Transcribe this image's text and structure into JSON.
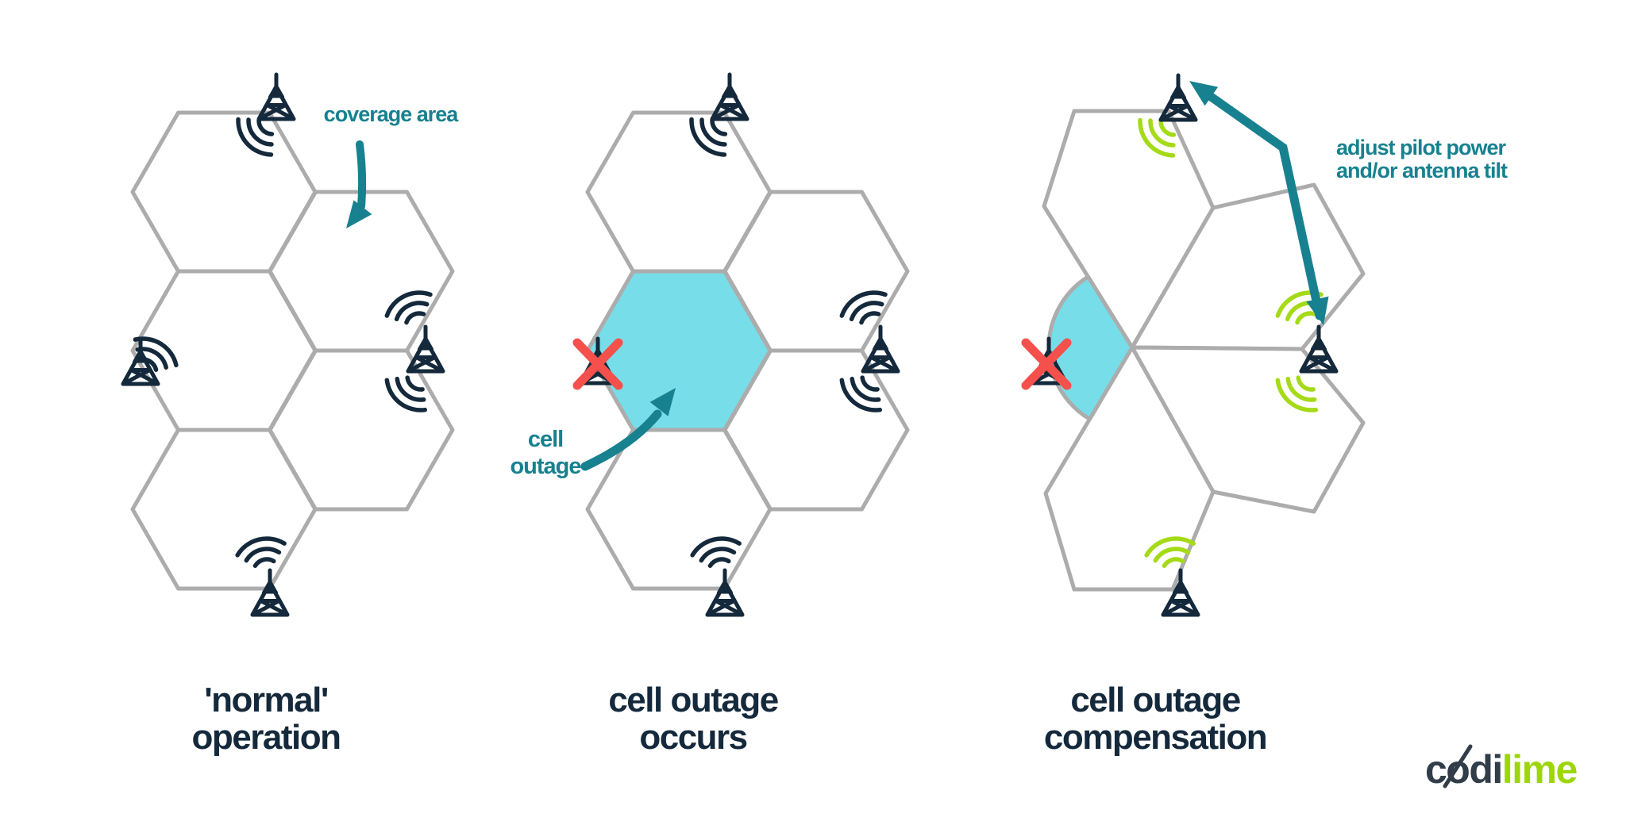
{
  "diagram": {
    "panels": [
      {
        "id": "normal-operation",
        "title_line1": "'normal'",
        "title_line2": "operation",
        "annotation": {
          "line1": "coverage area",
          "line2": ""
        }
      },
      {
        "id": "cell-outage-occurs",
        "title_line1": "cell outage",
        "title_line2": "occurs",
        "annotation": {
          "line1": "cell",
          "line2": "outage"
        }
      },
      {
        "id": "cell-outage-compensation",
        "title_line1": "cell outage",
        "title_line2": "compensation",
        "annotation": {
          "line1": "adjust pilot power",
          "line2": "and/or antenna tilt"
        }
      }
    ],
    "logo": {
      "dark": "codi",
      "green": "lime"
    },
    "colors": {
      "navy": "#14293B",
      "teal": "#17818F",
      "cyan": "#77DDE8",
      "lime": "#A5DA17",
      "red": "#F5504C",
      "cell_border_gray": "#ACACAC",
      "logo_dark": "#313D49",
      "logo_lime": "#9DD607",
      "background": "#FFFFFF"
    },
    "icons": {
      "antenna": "antenna-tower-icon",
      "signal": "signal-waves-icon",
      "failure": "failure-x-icon"
    }
  }
}
